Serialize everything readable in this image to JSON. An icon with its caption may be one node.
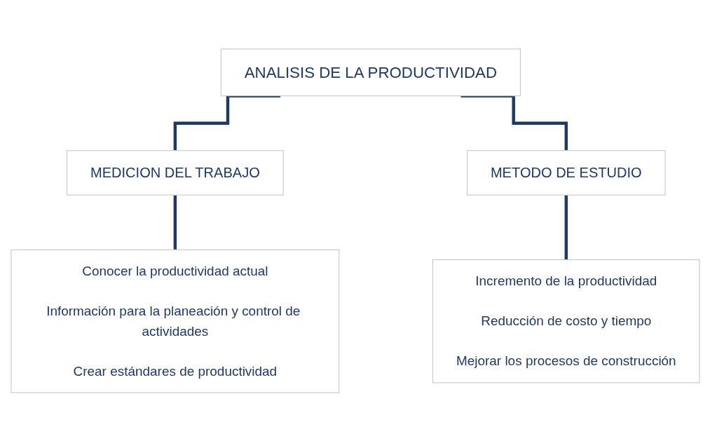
{
  "diagram": {
    "nodes": [
      {
        "text": [
          "ANALISIS DE LA PRODUCTIVIDAD"
        ]
      },
      {
        "text": [
          "MEDICION DEL TRABAJO"
        ]
      },
      {
        "text": [
          "METODO DE ESTUDIO"
        ]
      },
      {
        "text": [
          "Conocer la productividad actual",
          "Información para la planeación y control de actividades",
          "Crear estándares de productividad"
        ]
      },
      {
        "text": [
          "Incremento de la productividad",
          "Reducción de costo y tiempo",
          "Mejorar los procesos de construcción"
        ]
      }
    ],
    "edges": [
      {
        "from": 0,
        "to": 1,
        "arrow": "none"
      },
      {
        "from": 0,
        "to": 2,
        "arrow": "none"
      },
      {
        "from": 1,
        "to": 3,
        "arrow": "none"
      },
      {
        "from": 2,
        "to": 4,
        "arrow": "none"
      }
    ]
  }
}
